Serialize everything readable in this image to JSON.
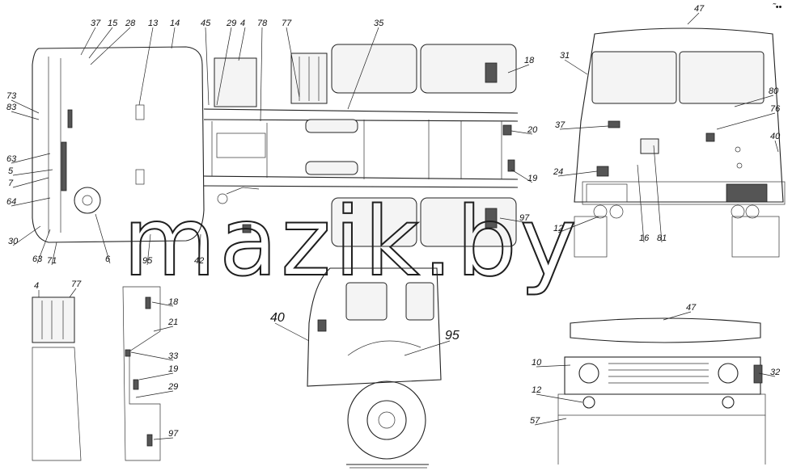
{
  "watermark": "mazik.by",
  "corner_mark": "˜••",
  "callouts": {
    "top_view": [
      "37",
      "15",
      "28",
      "13",
      "14",
      "45",
      "29",
      "4",
      "78",
      "77",
      "35",
      "18",
      "20",
      "19",
      "97",
      "73",
      "83",
      "63",
      "5",
      "7",
      "64",
      "30",
      "63",
      "71",
      "6",
      "95",
      "42"
    ],
    "small_left": [
      "4",
      "77"
    ],
    "side_strip": [
      "18",
      "21",
      "33",
      "19",
      "29",
      "97"
    ],
    "front_view": [
      "47",
      "31",
      "80",
      "76",
      "37",
      "40",
      "24",
      "12",
      "16",
      "81"
    ],
    "cab_side": [
      "40",
      "95"
    ],
    "bumper": [
      "47",
      "10",
      "32",
      "12",
      "57"
    ]
  }
}
